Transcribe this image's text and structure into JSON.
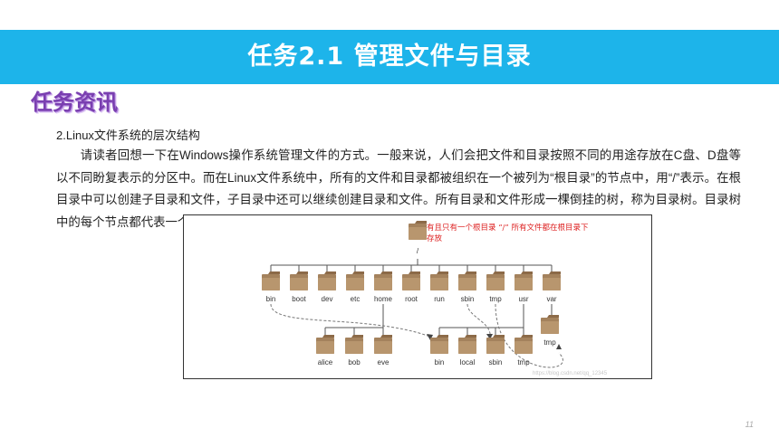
{
  "banner": {
    "title": "任务2.1 管理文件与目录",
    "color": "#1db4ea"
  },
  "section_tag": "任务资讯",
  "subheading": "2.Linux文件系统的层次结构",
  "paragraph": "请读者回想一下在Windows操作系统管理文件的方式。一般来说，人们会把文件和目录按照不同的用途存放在C盘、D盘等以不同盼复表示的分区中。而在Linux文件系统中，所有的文件和目录都被组织在一个被列为“根目录”的节点中，用“/”表示。在根目录中可以创建子目录和文件，子目录中还可以继续创建目录和文件。所有目录和文件形成一棵倒挂的树，称为目录树。目录树中的每个节点都代表一个目录或文件。Linux文件系统的层次结构如图所示。",
  "figure": {
    "note": "有且只有一个根目录 “/” 所有文件都在根目录下存放",
    "root_label": "/",
    "level1": [
      "bin",
      "boot",
      "dev",
      "etc",
      "home",
      "root",
      "run",
      "sbin",
      "tmp",
      "usr",
      "var"
    ],
    "home_children": [
      "alice",
      "bob",
      "eve"
    ],
    "usr_children": [
      "bin",
      "local",
      "sbin",
      "tmp"
    ],
    "var_child": "tmp",
    "watermark": "https://blog.csdn.net/qq_12345"
  },
  "page_number": "11"
}
